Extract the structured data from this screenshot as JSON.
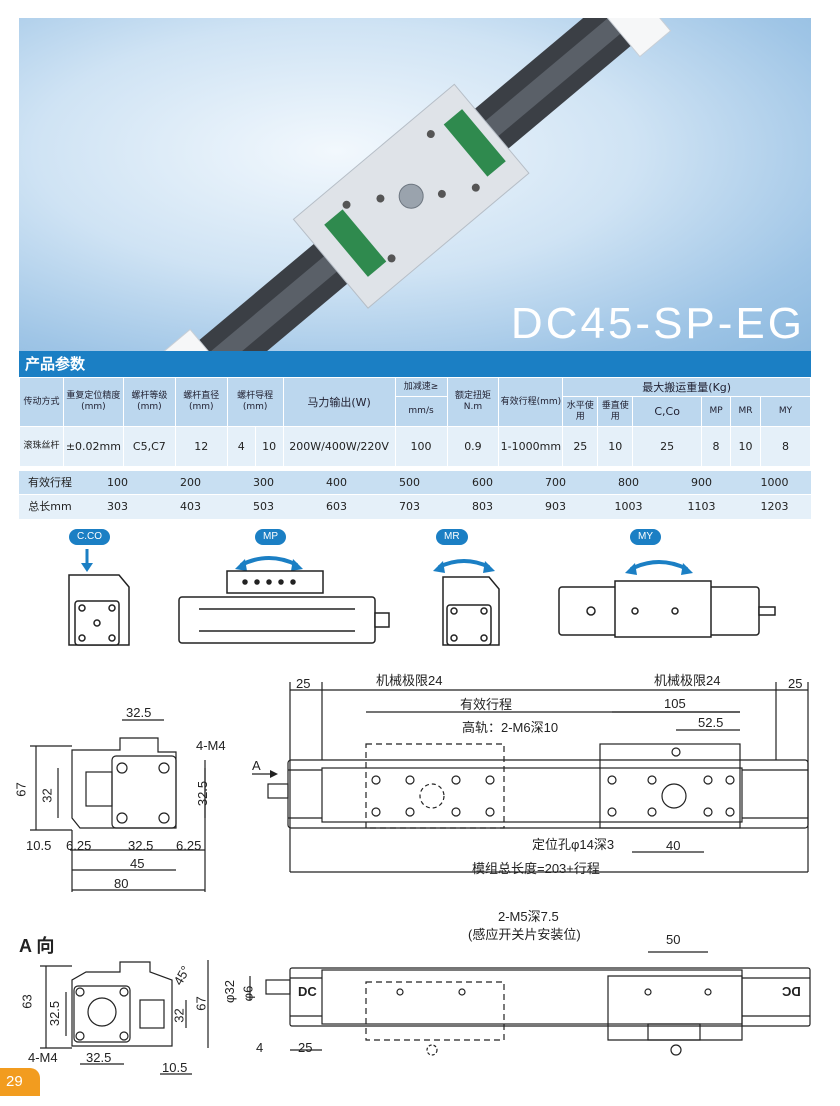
{
  "hero": {
    "model": "DC45-SP-EG"
  },
  "section_title": "产品参数",
  "spec_table": {
    "headers": {
      "drive": "传动方式",
      "repeat": "重复定位精度(mm)",
      "grade": "螺杆等级(mm)",
      "dia": "螺杆直径(mm)",
      "lead": "螺杆导程(mm)",
      "motor": "马力输出(W)",
      "accel": "加减速≥",
      "accel_unit": "mm/s",
      "torque": "额定扭矩N.m",
      "stroke": "有效行程(mm)",
      "load": "最大搬运重量(Kg)",
      "horizontal": "水平使用",
      "vertical": "垂直使用",
      "cco": "C,Co",
      "mp": "MP",
      "mr": "MR",
      "my": "MY"
    },
    "values": {
      "drive": "滚珠丝杆",
      "repeat": "±0.02mm",
      "grade": "C5,C7",
      "dia": "12",
      "lead1": "4",
      "lead2": "10",
      "motor": "200W/400W/220V",
      "accel": "100",
      "torque": "0.9",
      "stroke": "1-1000mm",
      "horizontal": "25",
      "vertical": "10",
      "cco": "25",
      "mp": "8",
      "mr": "10",
      "my": "8"
    },
    "stroke_row": {
      "label": "有效行程",
      "values": [
        "100",
        "200",
        "300",
        "400",
        "500",
        "600",
        "700",
        "800",
        "900",
        "1000"
      ]
    },
    "length_row": {
      "label": "总长mm",
      "values": [
        "303",
        "403",
        "503",
        "603",
        "703",
        "803",
        "903",
        "1003",
        "1103",
        "1203"
      ]
    }
  },
  "load_icons": {
    "cco": "C.CO",
    "mp": "MP",
    "mr": "MR",
    "my": "MY"
  },
  "side_view": {
    "d_top": "32.5",
    "label_m4": "4-M4",
    "d67": "67",
    "d32": "32",
    "d325r": "32.5",
    "d105": "10.5",
    "d625l": "6.25",
    "d325b": "32.5",
    "d625r": "6.25",
    "d45": "45",
    "d80": "80"
  },
  "top_view": {
    "d25l": "25",
    "mech_limit_l": "机械极限24",
    "mech_limit_r": "机械极限24",
    "d25r": "25",
    "eff_stroke": "有效行程",
    "d105": "105",
    "high_rail": "高轨：2-M6深10",
    "d525": "52.5",
    "arrow_a": "A",
    "locate_hole": "定位孔φ14深3",
    "d40": "40",
    "total_len": "模组总长度=203+行程"
  },
  "a_view": {
    "title": "A 向",
    "d63": "63",
    "d325": "32.5",
    "d45deg": "45°",
    "d32": "32",
    "d67": "67",
    "m4": "4-M4",
    "d325b": "32.5",
    "d105": "10.5"
  },
  "front_view": {
    "m5": "2-M5深7.5",
    "sensor": "(感应开关片安装位)",
    "d50": "50",
    "phi32": "φ32",
    "phi6": "φ6",
    "dc_l": "DC",
    "dc_r": "DC",
    "d4": "4",
    "d25": "25"
  },
  "page_number": "29"
}
